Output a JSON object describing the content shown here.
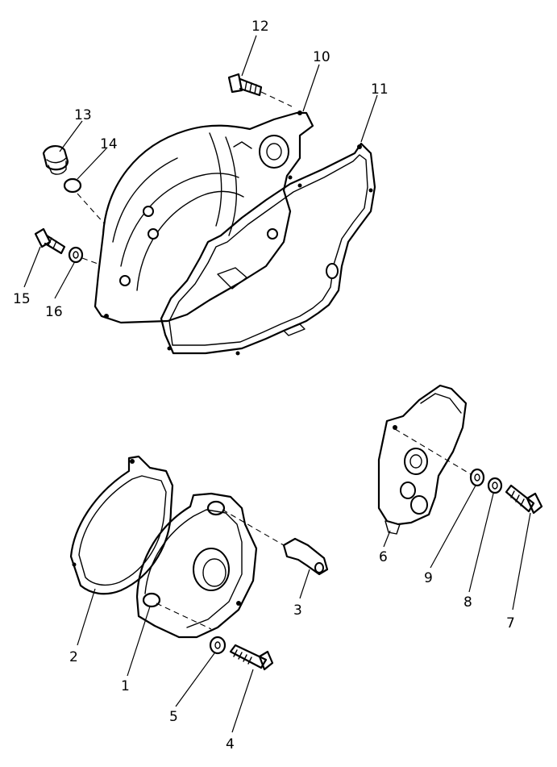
{
  "callouts": [
    {
      "id": "c12",
      "text": "12"
    },
    {
      "id": "c10",
      "text": "10"
    },
    {
      "id": "c11",
      "text": "11"
    },
    {
      "id": "c13",
      "text": "13"
    },
    {
      "id": "c14",
      "text": "14"
    },
    {
      "id": "c15",
      "text": "15"
    },
    {
      "id": "c16",
      "text": "16"
    },
    {
      "id": "c6",
      "text": "6"
    },
    {
      "id": "c9",
      "text": "9"
    },
    {
      "id": "c8",
      "text": "8"
    },
    {
      "id": "c7",
      "text": "7"
    },
    {
      "id": "c3",
      "text": "3"
    },
    {
      "id": "c2",
      "text": "2"
    },
    {
      "id": "c1",
      "text": "1"
    },
    {
      "id": "c5",
      "text": "5"
    },
    {
      "id": "c4",
      "text": "4"
    }
  ]
}
